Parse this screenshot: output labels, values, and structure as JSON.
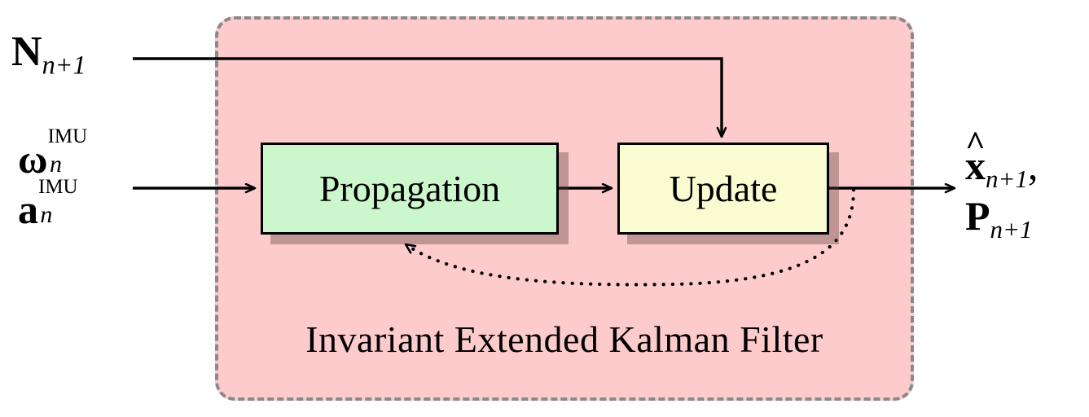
{
  "diagram": {
    "title": "Invariant Extended Kalman Filter block diagram",
    "panel": {
      "caption": "Invariant Extended Kalman Filter",
      "fill_color": "#fdcbcb",
      "border_color": "#8a8a8a",
      "border_style": "dashed"
    },
    "blocks": [
      {
        "id": "propagation",
        "label": "Propagation",
        "fill_color": "#ccf7cc",
        "border_color": "#000000"
      },
      {
        "id": "update",
        "label": "Update",
        "fill_color": "#fbfbd2",
        "border_color": "#000000"
      }
    ],
    "inputs": [
      {
        "id": "measurement-noise",
        "symbol": "N",
        "subscript": "n+1",
        "superscript": "",
        "plain_text": "N_{n+1}",
        "target": "update"
      },
      {
        "id": "imu-angular-velocity",
        "symbol": "ω",
        "subscript": "n",
        "superscript": "IMU",
        "plain_text": "ω^{IMU}_{n}",
        "target": "propagation"
      },
      {
        "id": "imu-acceleration",
        "symbol": "a",
        "subscript": "n",
        "superscript": "IMU",
        "plain_text": "a^{IMU}_{n}",
        "target": "propagation"
      }
    ],
    "outputs": [
      {
        "id": "state-estimate",
        "symbol": "x",
        "accent": "hat",
        "subscript": "n+1",
        "trailing": ",",
        "plain_text": "x̂_{n+1},"
      },
      {
        "id": "covariance",
        "symbol": "P",
        "accent": "none",
        "subscript": "n+1",
        "trailing": "",
        "plain_text": "P_{n+1}"
      }
    ],
    "connections": [
      {
        "id": "imu-to-propagation",
        "from": "imu-inputs",
        "to": "propagation",
        "style": "solid",
        "arrow": true
      },
      {
        "id": "propagation-to-update",
        "from": "propagation",
        "to": "update",
        "style": "solid",
        "arrow": true
      },
      {
        "id": "noise-to-update",
        "from": "measurement-noise",
        "to": "update",
        "style": "solid",
        "arrow": true
      },
      {
        "id": "update-to-output",
        "from": "update",
        "to": "state-estimate",
        "style": "solid",
        "arrow": true
      },
      {
        "id": "feedback-update-to-propagation",
        "from": "update",
        "to": "propagation",
        "style": "dotted",
        "arrow": true
      }
    ],
    "colors": {
      "line": "#000000",
      "panel_fill": "#fdcbcb",
      "panel_border": "#8a8a8a",
      "propagation_fill": "#ccf7cc",
      "update_fill": "#fbfbd2",
      "shadow": "#a98b8b"
    }
  }
}
